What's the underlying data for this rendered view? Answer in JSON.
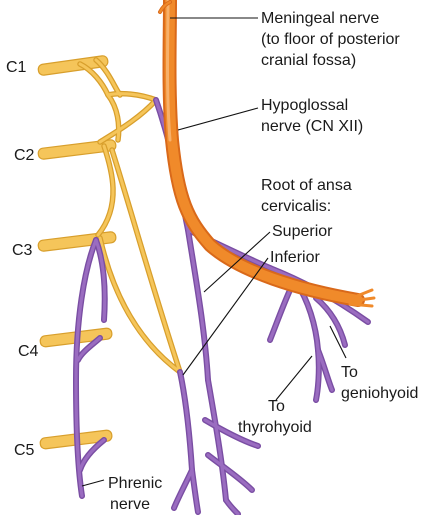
{
  "colors": {
    "hypoglossal": "#f08a2a",
    "hypoglossal_dark": "#d9691a",
    "cervical": "#f5c55a",
    "cervical_dark": "#d89f2c",
    "ansa": "#9a6cc0",
    "ansa_dark": "#7a4ea3",
    "text": "#1a1a1a",
    "background": "#ffffff"
  },
  "spinal_nerves": {
    "c1": "C1",
    "c2": "C2",
    "c3": "C3",
    "c4": "C4",
    "c5": "C5"
  },
  "labels": {
    "meningeal": [
      "Meningeal nerve",
      "(to floor of posterior",
      "cranial fossa)"
    ],
    "hypoglossal": [
      "Hypoglossal",
      "nerve (CN XII)"
    ],
    "ansa_root": [
      "Root of ansa",
      "cervicalis:"
    ],
    "superior": "Superior",
    "inferior": "Inferior",
    "geniohyoid": [
      "To",
      "geniohyoid"
    ],
    "thyrohyoid": [
      "To",
      "thyrohyoid"
    ],
    "phrenic": [
      "Phrenic",
      "nerve"
    ]
  }
}
